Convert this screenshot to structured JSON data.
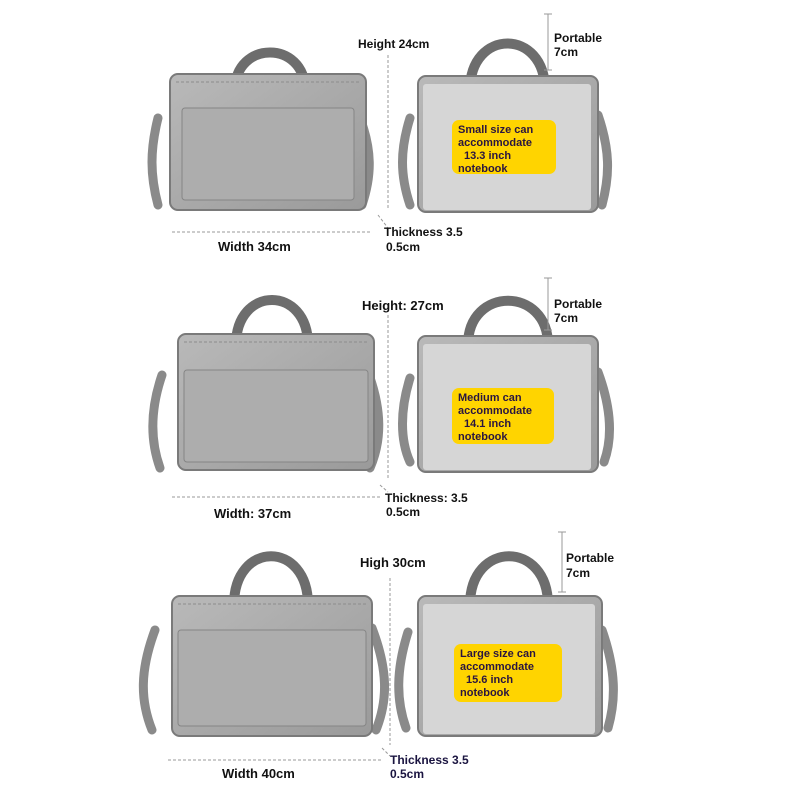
{
  "colors": {
    "bag_body": "#a8a8a8",
    "bag_edge": "#7a7a7a",
    "bag_dark": "#6b6b6b",
    "laptop_panel": "#d6d6d6",
    "note_bg": "#ffd400",
    "dim_line": "#999999"
  },
  "rows": [
    {
      "height_label": "Height 24cm",
      "width_label": "Width 34cm",
      "thickness_label": "Thickness 3.5",
      "thickness_tol": "0.5cm",
      "portable_label": "Portable",
      "portable_value": "7cm",
      "note": {
        "line1": "Small size can",
        "line2": "accommodate",
        "line3": "13.3 inch",
        "line4": "notebook"
      }
    },
    {
      "height_label": "Height: 27cm",
      "width_label": "Width: 37cm",
      "thickness_label": "Thickness: 3.5",
      "thickness_tol": "0.5cm",
      "portable_label": "Portable",
      "portable_value": "7cm",
      "note": {
        "line1": "Medium can",
        "line2": "accommodate",
        "line3": "14.1 inch",
        "line4": "notebook"
      }
    },
    {
      "height_label": "High 30cm",
      "width_label": "Width 40cm",
      "thickness_label": "Thickness 3.5",
      "thickness_tol": "0.5cm",
      "portable_label": "Portable",
      "portable_value": "7cm",
      "note": {
        "line1": "Large size can",
        "line2": "accommodate",
        "line3": "15.6 inch",
        "line4": "notebook"
      }
    }
  ]
}
